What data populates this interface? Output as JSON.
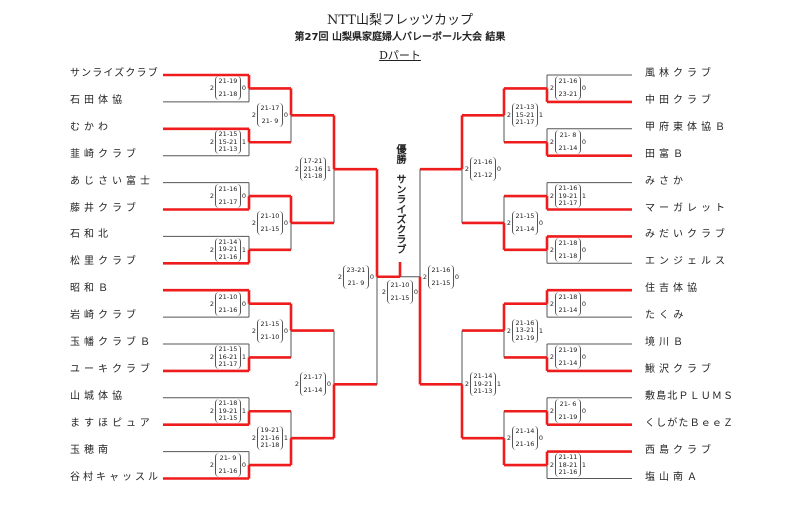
{
  "header": {
    "title": "NTT山梨フレッツカップ",
    "subtitle": "第27回  山梨県家庭婦人バレーボール大会  結果",
    "part": "Dパート"
  },
  "champion": {
    "label": "優勝",
    "team": "サンライズクラブ"
  },
  "colors": {
    "win_line": "#ee1c1c",
    "line": "#555555"
  },
  "left": {
    "teams": [
      "サンライズクラブ",
      "石田体協",
      "むかわ",
      "韮崎クラブ",
      "あじさい富士",
      "藤井クラブ",
      "石和北",
      "松里クラブ",
      "昭和Ｂ",
      "岩崎クラブ",
      "玉幡クラブＢ",
      "ユーキクラブ",
      "山城体協",
      "ますほピュア",
      "玉穂南",
      "谷村キャッスル"
    ],
    "rounds": [
      [
        {
          "s": [
            "21-19",
            "21-18"
          ],
          "a": "2",
          "b": "0",
          "w": 0
        },
        {
          "s": [
            "21-15",
            "15-21",
            "21-13"
          ],
          "a": "2",
          "b": "1",
          "w": 0
        },
        {
          "s": [
            "21-16",
            "21-17"
          ],
          "a": "2",
          "b": "0",
          "w": 1
        },
        {
          "s": [
            "21-14",
            "19-21",
            "21-16"
          ],
          "a": "2",
          "b": "1",
          "w": 1
        },
        {
          "s": [
            "21-10",
            "21-16"
          ],
          "a": "2",
          "b": "0",
          "w": 0
        },
        {
          "s": [
            "21-15",
            "16-21",
            "21-17"
          ],
          "a": "2",
          "b": "1",
          "w": 1
        },
        {
          "s": [
            "21-18",
            "19-21",
            "21-15"
          ],
          "a": "2",
          "b": "1",
          "w": 1
        },
        {
          "s": [
            "21- 9",
            "21-16"
          ],
          "a": "2",
          "b": "0",
          "w": 1
        }
      ],
      [
        {
          "s": [
            "21-17",
            "21- 9"
          ],
          "a": "2",
          "b": "0",
          "w": 0
        },
        {
          "s": [
            "21-10",
            "21-15"
          ],
          "a": "2",
          "b": "0",
          "w": 0
        },
        {
          "s": [
            "21-15",
            "21-10"
          ],
          "a": "2",
          "b": "0",
          "w": 0
        },
        {
          "s": [
            "19-21",
            "21-16",
            "21-18"
          ],
          "a": "2",
          "b": "1",
          "w": 1
        }
      ],
      [
        {
          "s": [
            "17-21",
            "21-16",
            "21-18"
          ],
          "a": "2",
          "b": "1",
          "w": 0
        },
        {
          "s": [
            "21-17",
            "21-14"
          ],
          "a": "2",
          "b": "0",
          "w": 1
        }
      ],
      [
        {
          "s": [
            "23-21",
            "21- 9"
          ],
          "a": "2",
          "b": "0",
          "w": 0
        }
      ]
    ]
  },
  "right": {
    "teams": [
      "風林クラブ",
      "中田クラブ",
      "甲府東体協Ｂ",
      "田富Ｂ",
      "みさか",
      "マーガレット",
      "みだいクラブ",
      "エンジェルス",
      "住吉体協",
      "たくみ",
      "境川Ｂ",
      "鰍沢クラブ",
      "敷島北ＰＬＵＭＳ",
      "くしがたＢｅｅＺ",
      "西島クラブ",
      "塩山南Ａ"
    ],
    "rounds": [
      [
        {
          "s": [
            "21-16",
            "23-21"
          ],
          "a": "2",
          "b": "0",
          "w": 1
        },
        {
          "s": [
            "21- 8",
            "21-14"
          ],
          "a": "2",
          "b": "0",
          "w": 1
        },
        {
          "s": [
            "21-16",
            "19-21",
            "21-17"
          ],
          "a": "2",
          "b": "1",
          "w": 1
        },
        {
          "s": [
            "21-18",
            "21-18"
          ],
          "a": "2",
          "b": "0",
          "w": 0
        },
        {
          "s": [
            "21-18",
            "21-14"
          ],
          "a": "2",
          "b": "0",
          "w": 0
        },
        {
          "s": [
            "21-19",
            "21-14"
          ],
          "a": "2",
          "b": "0",
          "w": 1
        },
        {
          "s": [
            "21- 6",
            "21-19"
          ],
          "a": "2",
          "b": "0",
          "w": 1
        },
        {
          "s": [
            "21-11",
            "18-21",
            "21-16"
          ],
          "a": "2",
          "b": "1",
          "w": 0
        }
      ],
      [
        {
          "s": [
            "21-13",
            "15-21",
            "21-17"
          ],
          "a": "2",
          "b": "1",
          "w": 0
        },
        {
          "s": [
            "21-15",
            "21-14"
          ],
          "a": "2",
          "b": "0",
          "w": 1
        },
        {
          "s": [
            "21-16",
            "13-21",
            "21-19"
          ],
          "a": "2",
          "b": "1",
          "w": 0
        },
        {
          "s": [
            "21-14",
            "21-16"
          ],
          "a": "2",
          "b": "0",
          "w": 1
        }
      ],
      [
        {
          "s": [
            "21-16",
            "21-12"
          ],
          "a": "2",
          "b": "0",
          "w": 0
        },
        {
          "s": [
            "21-14",
            "19-21",
            "21-13"
          ],
          "a": "2",
          "b": "1",
          "w": 1
        }
      ],
      [
        {
          "s": [
            "21-16",
            "21-15"
          ],
          "a": "2",
          "b": "0",
          "w": 1
        }
      ]
    ]
  },
  "final": {
    "s": [
      "21-10",
      "21-15"
    ],
    "a": "2",
    "b": "0",
    "w": 0
  }
}
